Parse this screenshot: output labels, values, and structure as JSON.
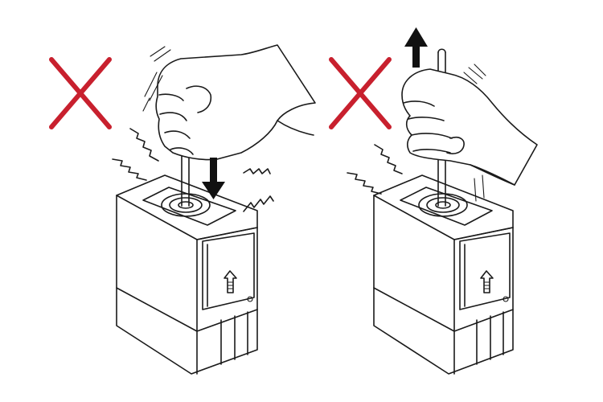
{
  "panels": [
    {
      "id": "push-down",
      "mark": "cross",
      "arrow": "down",
      "action": "push"
    },
    {
      "id": "pull-up",
      "mark": "cross",
      "arrow": "up",
      "action": "pull"
    }
  ],
  "colors": {
    "cross": "#c8202e",
    "line": "#1a1a1a",
    "arrow": "#111111",
    "background": "#ffffff"
  },
  "icons": {
    "wrong": "cross-icon",
    "direction_down": "arrow-down-icon",
    "direction_up": "arrow-up-icon",
    "device_label": "arrow-up-icon"
  }
}
